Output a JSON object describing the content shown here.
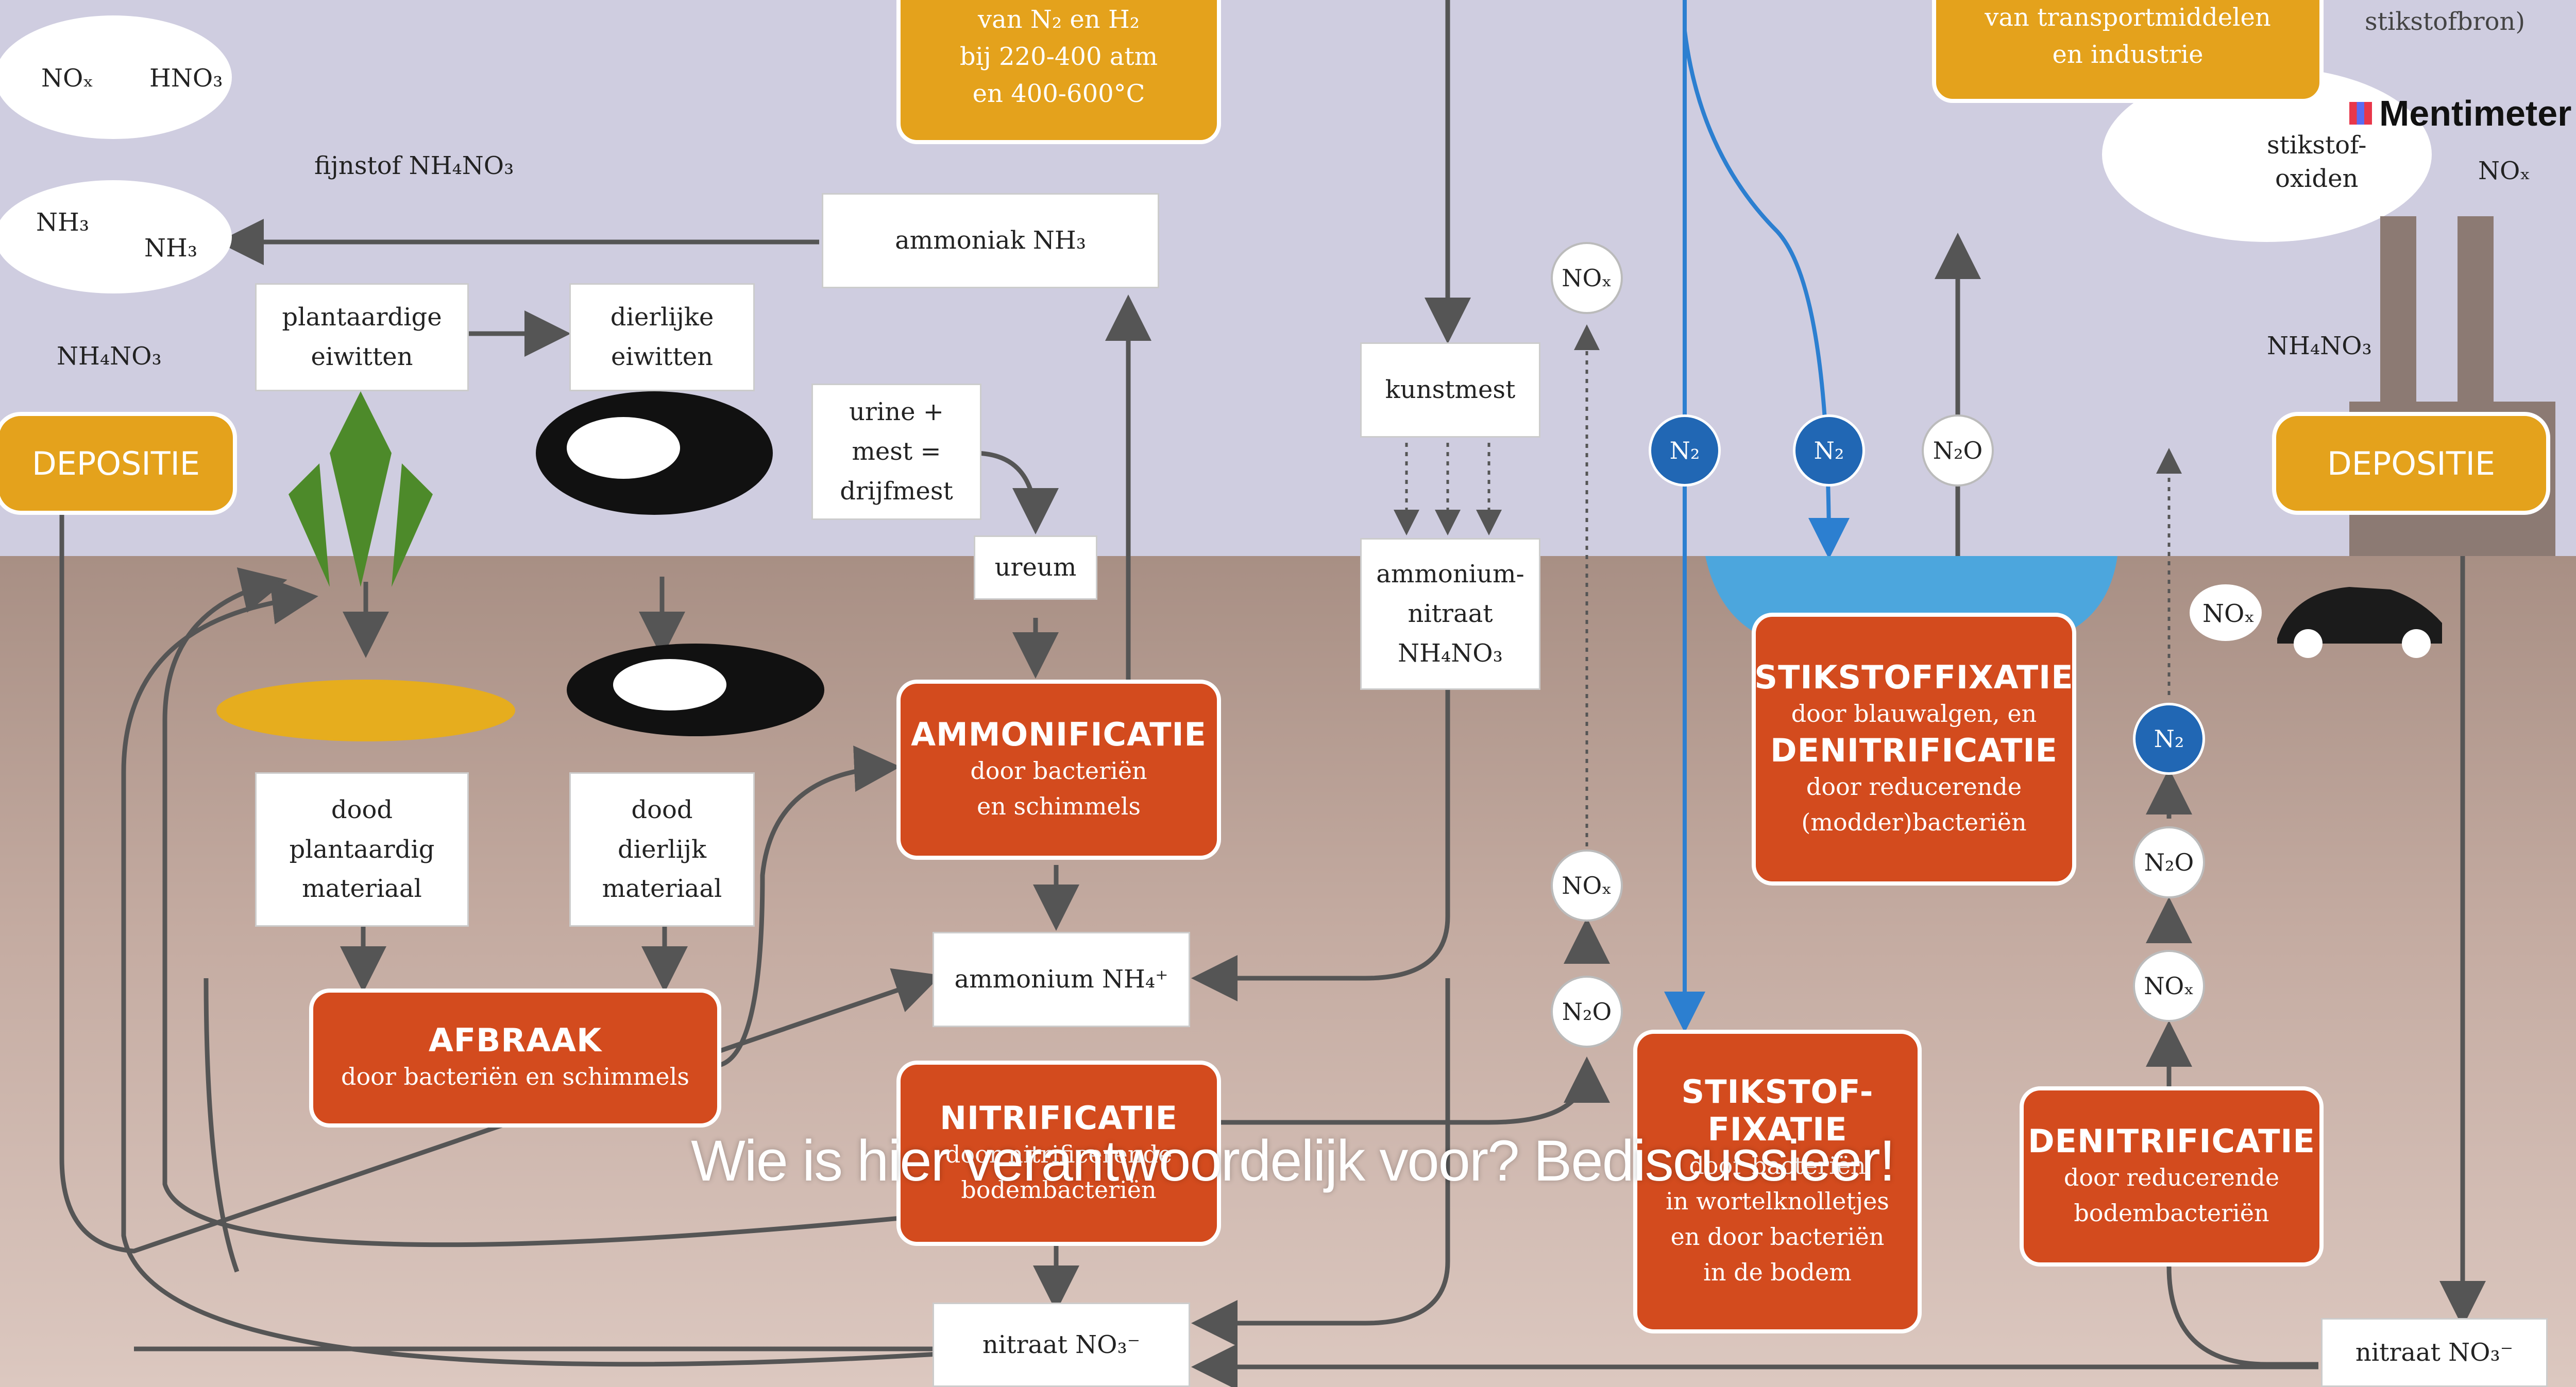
{
  "overlay_question": "Wie is hier verantwoordelijk voor? Bediscussieer!",
  "brand": "Mentimeter",
  "colors": {
    "orange": "#d34b1e",
    "yellow": "#e4a21c",
    "blue": "#2167b4",
    "sky": "#cfcde0",
    "soil": "#b49a8e"
  },
  "deposition_left": "DEPOSITIE",
  "deposition_right": "DEPOSITIE",
  "top_left": {
    "nox": "NOₓ",
    "hno3": "HNO₃",
    "fijnstof": "fijnstof NH₄NO₃",
    "nh3_a": "NH₃",
    "nh3_b": "NH₃",
    "nh4no3": "NH₄NO₃"
  },
  "top_yellow_center": [
    "van N₂ en H₂",
    "bij 220-400 atm",
    "en 400-600°C"
  ],
  "top_yellow_right": [
    "van transportmiddelen",
    "en industrie"
  ],
  "top_right_label": "stikstofbron)",
  "cloud_right": {
    "stikstofoxiden": [
      "stikstof-",
      "oxiden"
    ],
    "nox": "NOₓ",
    "nh4no3": "NH₄NO₃"
  },
  "boxes": {
    "ammoniak": "ammoniak NH₃",
    "plantaardige_eiwitten": [
      "plantaardige",
      "eiwitten"
    ],
    "dierlijke_eiwitten": [
      "dierlijke",
      "eiwitten"
    ],
    "urine_mest": [
      "urine +",
      "mest =",
      "drijfmest"
    ],
    "ureum": "ureum",
    "kunstmest": "kunstmest",
    "ammoniumnitraat": [
      "ammonium-",
      "nitraat",
      "NH₄NO₃"
    ],
    "dood_plant": [
      "dood",
      "plantaardig",
      "materiaal"
    ],
    "dood_dier": [
      "dood",
      "dierlijk",
      "materiaal"
    ],
    "ammonium": "ammonium NH₄⁺",
    "nitraat_center": "nitraat NO₃⁻",
    "nitraat_right": "nitraat NO₃⁻"
  },
  "processes": {
    "ammonificatie": {
      "title": "AMMONIFICATIE",
      "sub": [
        "door bacteriën",
        "en schimmels"
      ]
    },
    "afbraak": {
      "title": "AFBRAAK",
      "sub": [
        "door bacteriën en schimmels"
      ]
    },
    "nitrificatie": {
      "title": "NITRIFICATIE",
      "sub": [
        "door nitrificerende",
        "bodembacteriën"
      ]
    },
    "stikstoffixatie_bottom": {
      "title": [
        "STIKSTOF-",
        "FIXATIE"
      ],
      "sub": [
        "door bacteriën",
        "in wortelknolletjes",
        "en door bacteriën",
        "in de bodem"
      ]
    },
    "stikstoffixatie_water": {
      "title1": "STIKSTOFFIXATIE",
      "sub1": "door blauwalgen, en",
      "title2": "DENITRIFICATIE",
      "sub2": [
        "door reducerende",
        "(modder)bacteriën"
      ]
    },
    "denitrificatie": {
      "title": "DENITRIFICATIE",
      "sub": [
        "door reducerende",
        "bodembacteriën"
      ]
    }
  },
  "circles": {
    "nox_high": "NOₓ",
    "nox_mid": "NOₓ",
    "n2o_low": "N₂O",
    "n2_a": "N₂",
    "n2_b": "N₂",
    "n2o_top": "N₂O",
    "n2_right": "N₂",
    "n2o_right": "N₂O",
    "nox_right": "NOₓ",
    "car_nox": "NOₓ"
  }
}
